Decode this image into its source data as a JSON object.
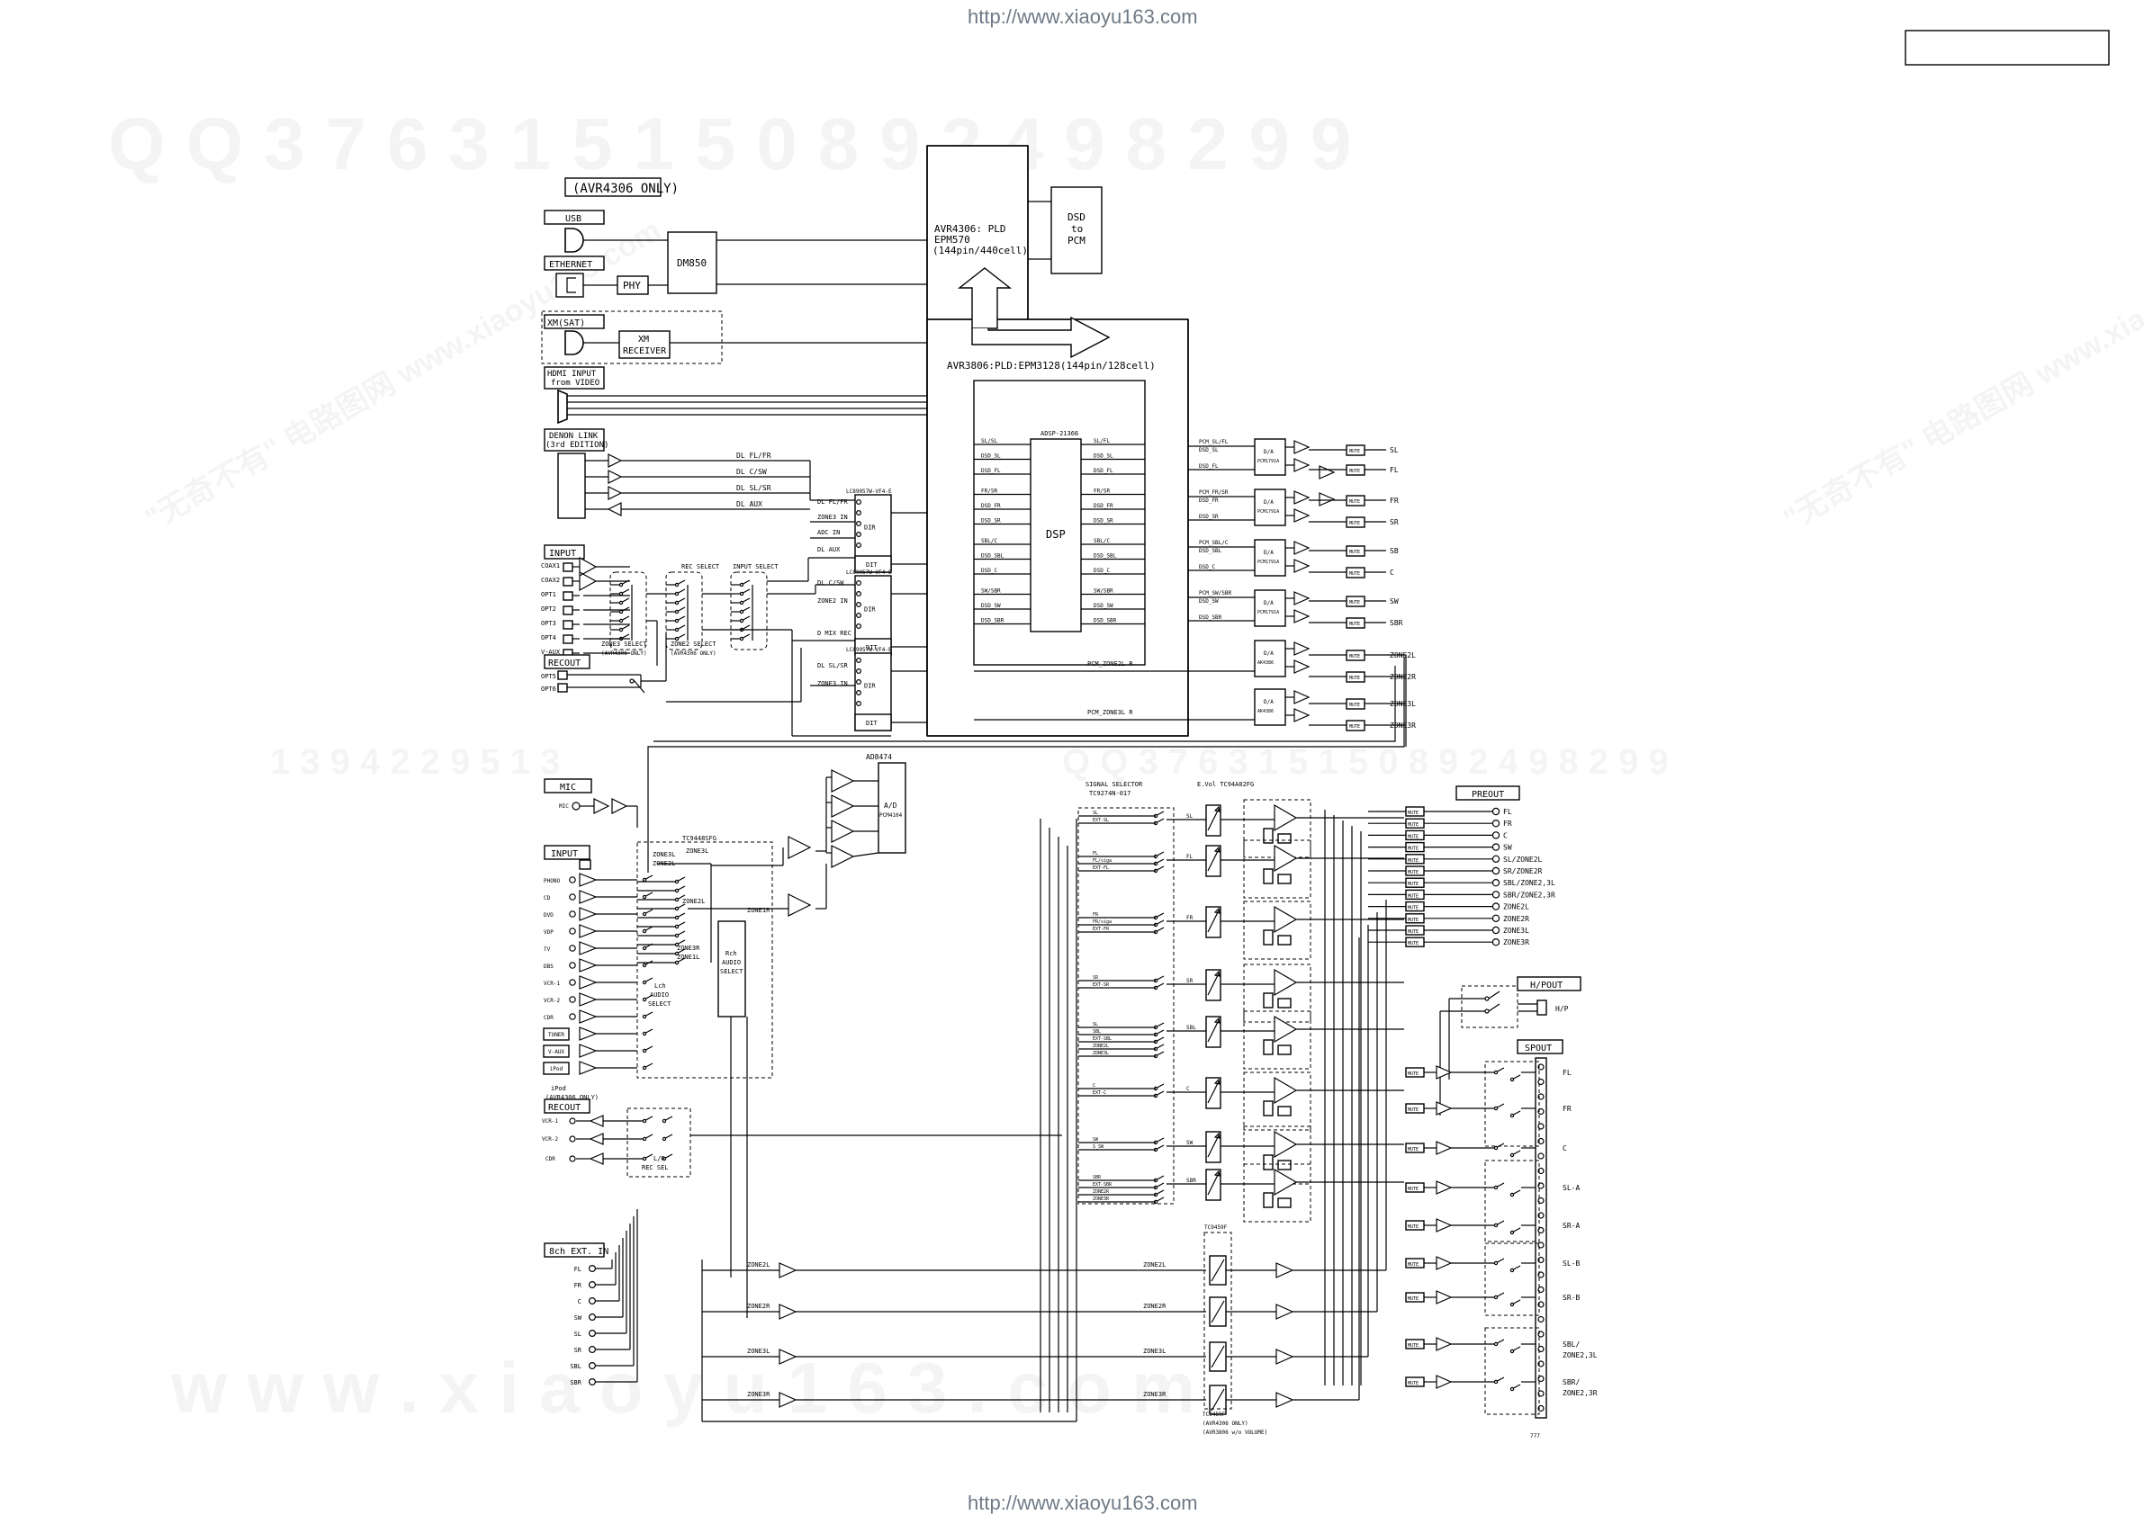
{
  "watermarks": {
    "top_url": "http://www.xiaoyu163.com",
    "bottom_url": "http://www.xiaoyu163.com",
    "qq_row_1": "Q Q   3 7 6 3 1 5 1 5 0         8 9 2 4 9 8 2 9 9",
    "qq_row_2": "1 3 9 4 2 2 9 5 1 3",
    "qq_row_3": "Q Q   3 7 6 3 1 5 1 5 0     8 9 2 4 9 8 2 9 9",
    "www_row": "w w w . x i a o y u 1 6 3 . c o m",
    "stamp_left": "\"无奇不有\" 电路图网 www.xiaoyu163.com",
    "stamp_right": "\"无奇不有\" 电路图网 www.xiaoyu163.com"
  },
  "digital": {
    "model_note": "(AVR4306 ONLY)",
    "usb": "USB",
    "ethernet": "ETHERNET",
    "phy": "PHY",
    "dm850": "DM850",
    "xm_sat": "XM(SAT)",
    "xm_receiver_1": "XM",
    "xm_receiver_2": "RECEIVER",
    "hdmi_input_1": "HDMI INPUT",
    "hdmi_input_2": "from VIDEO",
    "denon_link_1": "DENON LINK",
    "denon_link_2": "(3rd EDITION)",
    "input": "INPUT",
    "inputs": [
      "COAX1",
      "COAX2",
      "OPT1",
      "OPT2",
      "OPT3",
      "OPT4",
      "V-AUX"
    ],
    "recout": "RECOUT",
    "recout_items": [
      "OPT5",
      "OPT6"
    ],
    "zone3_select": "ZONE3 SELECT",
    "zone3_note": "(AVR4306 ONLY)",
    "zone2_select": "ZONE2 SELECT",
    "zone2_note": "(AVR4306 ONLY)",
    "rec_select": "REC SELECT",
    "input_select": "INPUT SELECT",
    "dl_lines": [
      "DL FL/FR",
      "DL C/SW",
      "DL SL/SR",
      "DL AUX"
    ],
    "dir_chip": "LC89057W-VF4-E",
    "dir": "DIR",
    "dit": "DIT",
    "dir_labels": [
      "DL FL/FR",
      "ZONE3 IN",
      "ADC IN",
      "DL AUX",
      "DL C/SW",
      "ZONE2 IN",
      "D MIX REC",
      "DL SL/SR",
      "ZONE3 IN"
    ],
    "pld4306_1": "AVR4306: PLD",
    "pld4306_2": "EPM570",
    "pld4306_3": "(144pin/440cell)",
    "dsd_1": "DSD",
    "dsd_2": "to",
    "dsd_3": "PCM",
    "pld3806": "AVR3806:PLD:EPM3128(144pin/128cell)",
    "dsp_chip": "ADSP-21366",
    "dsp": "DSP",
    "dsp_in_labels": [
      "SL/SL",
      "DSD_SL",
      "DSD_FL",
      "FR/SR",
      "DSD_FR",
      "DSD_SR",
      "SBL/C",
      "DSD_SBL",
      "DSD_C",
      "SW/SBR",
      "DSD_SW",
      "DSD_SBR"
    ],
    "dsp_out_labels": [
      "SL/FL",
      "DSD_SL",
      "DSD_FL",
      "FR/SR",
      "DSD_FR",
      "DSD_SR",
      "SBL/C",
      "DSD_SBL",
      "DSD_C",
      "SW/SBR",
      "DSD_SW",
      "DSD_SBR"
    ],
    "pcm_labels": [
      "PCM_SL/FL",
      "DSD_SL",
      "DSD_FL",
      "PCM_FR/SR",
      "DSD_FR",
      "DSD_SR",
      "PCM_SBL/C",
      "DSD_SBL",
      "DSD_C",
      "PCM_SW/SBR",
      "DSD_SW",
      "DSD_SBR",
      "PCM_ZONE2L R",
      "PCM_ZONE3L R"
    ],
    "dac_pcm": "D/A",
    "dac_pcm_chip": "PCM1791A",
    "dac_ak": "D/A",
    "dac_ak_chip": "AK4386",
    "mute": "MUTE",
    "outs": [
      "SL",
      "FL",
      "FR",
      "SR",
      "SB",
      "C",
      "SW",
      "SBR",
      "ZONE2L",
      "ZONE2R",
      "ZONE3L",
      "ZONE3R"
    ],
    "pcm_zone2": "PCM_ZONE2L R",
    "pcm_zone3": "PCM_ZONE3L R"
  },
  "analog": {
    "mic": "MIC",
    "mic_in": "MIC",
    "ad_chip": "AD8474",
    "ad": "A/D",
    "ad_chip2": "PCM4104",
    "input": "INPUT",
    "inputs": [
      "PHONO",
      "CD",
      "DVD",
      "VDP",
      "TV",
      "DBS",
      "VCR-1",
      "VCR-2",
      "CDR",
      "TUNER",
      "V-AUX",
      "iPod"
    ],
    "ipod_note_1": "iPod",
    "ipod_note_2": "(AVR4306 ONLY)",
    "tc_chip": "TC9448SFG",
    "zone_labels": [
      "ZONE3L",
      "ZONE2L",
      "ZONE3L",
      "ZONE2L",
      "ZONE3R",
      "ZONE1L",
      "ZONE1R"
    ],
    "lch_1": "Lch",
    "lch_2": "AUDIO",
    "lch_3": "SELECT",
    "rch_1": "Rch",
    "rch_2": "AUDIO",
    "rch_3": "SELECT",
    "recout": "RECOUT",
    "recout_items": [
      "VCR-1",
      "VCR-2",
      "CDR"
    ],
    "lr_1": "L/R",
    "lr_2": "REC SEL",
    "ext_in": "8ch EXT. IN",
    "ext_items": [
      "FL",
      "FR",
      "C",
      "SW",
      "SL",
      "SR",
      "SBL",
      "SBR"
    ],
    "signal_selector_1": "SIGNAL SELECTOR",
    "signal_selector_2": "TC9274N-017",
    "evol": "E.Vol TC94A02FG",
    "sel_labels": [
      "SL",
      "EXT-SL",
      "FL",
      "FL/siga",
      "EXT-FL",
      "FR",
      "FR/siga",
      "EXT-FR",
      "SR",
      "EXT-SR",
      "SL",
      "SBL",
      "EXT-SBL",
      "ZONE2L",
      "ZONE3L",
      "C",
      "EXT-C",
      "SW",
      "S_SW",
      "SBR",
      "EXT-SBR",
      "ZONE2R",
      "ZONE3R"
    ],
    "vol_tags": [
      "SL",
      "FL",
      "FR",
      "SR",
      "SBL",
      "C",
      "SW",
      "SBR"
    ],
    "preout": "PREOUT",
    "preout_items": [
      "FL",
      "FR",
      "C",
      "SW",
      "SL/ZONE2L",
      "SR/ZONE2R",
      "SBL/ZONE2,3L",
      "SBR/ZONE2,3R",
      "ZONE2L",
      "ZONE2R",
      "ZONE3L",
      "ZONE3R"
    ],
    "hpout": "H/POUT",
    "hp": "H/P",
    "spout": "SPOUT",
    "spout_items": [
      "FL",
      "FR",
      "C",
      "SL-A",
      "SR-A",
      "SL-B",
      "SR-B",
      "SBL/",
      "ZONE2,3L",
      "SBR/",
      "ZONE2,3R"
    ],
    "zone_bus": [
      "ZONE2L",
      "ZONE2R",
      "ZONE3L",
      "ZONE3R"
    ],
    "tc_vol": "TC9459F",
    "tc_vol2": "TC9459F",
    "tc_vol_note_1": "(AVR4306 ONLY)",
    "tc_vol_note_2": "(AVR3806 w/o VOLUME)",
    "mute": "MUTE",
    "gnd": "777"
  }
}
